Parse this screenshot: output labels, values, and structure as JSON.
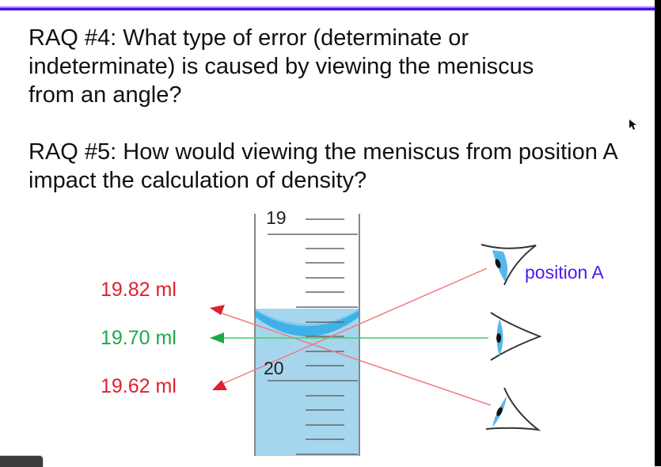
{
  "questions": {
    "raq4": "RAQ #4:  What type of error (determinate or indeterminate) is caused by viewing the meniscus from an angle?",
    "raq5": "RAQ #5:  How would viewing the meniscus from position A impact the calculation of density?"
  },
  "figure": {
    "readings": [
      {
        "label": "19.82 ml",
        "color": "#e0202e"
      },
      {
        "label": "19.70 ml",
        "color": "#1fa84a"
      },
      {
        "label": "19.62 ml",
        "color": "#e0202e"
      }
    ],
    "cylinder_marks": [
      "19",
      "20"
    ],
    "position_label": "position A",
    "colors": {
      "liquid": "#a6d6ee",
      "meniscus": "#3fb1e8",
      "red_line": "#f07a80",
      "green_line": "#3dcf6a",
      "accent_rule": "#4a0ef0"
    }
  }
}
